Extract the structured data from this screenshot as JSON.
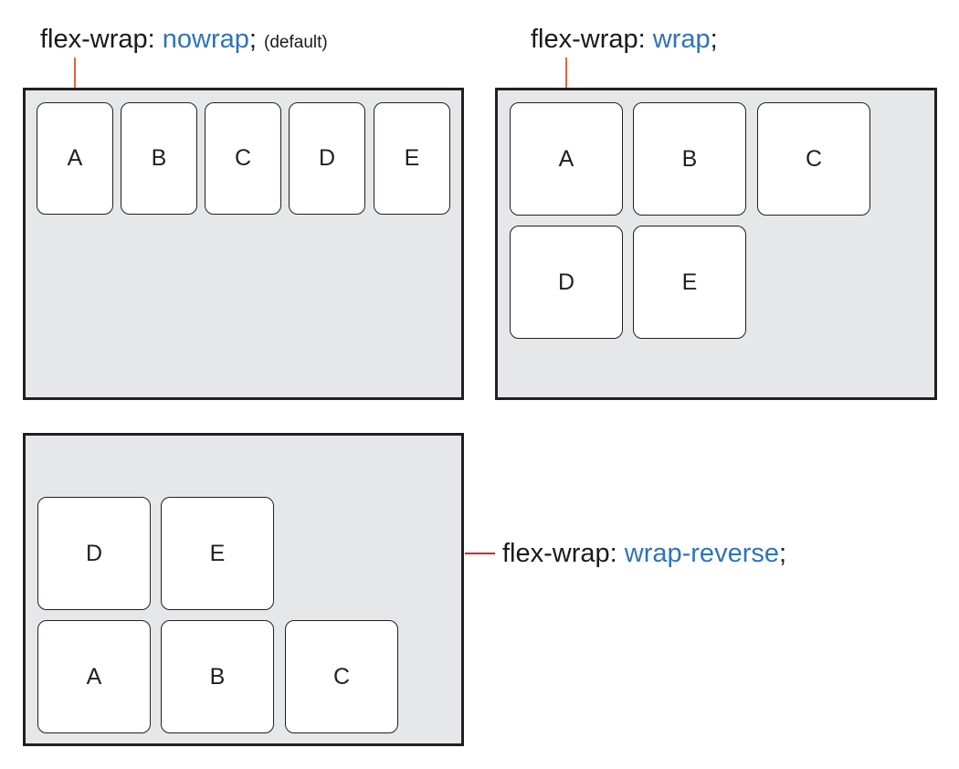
{
  "panels": {
    "nowrap": {
      "prop": "flex-wrap:",
      "value": "nowrap",
      "semi": ";",
      "note": "(default)",
      "items": [
        "A",
        "B",
        "C",
        "D",
        "E"
      ]
    },
    "wrap": {
      "prop": "flex-wrap:",
      "value": "wrap",
      "semi": ";",
      "items": [
        "A",
        "B",
        "C",
        "D",
        "E"
      ]
    },
    "wrap_reverse": {
      "prop": "flex-wrap:",
      "value": "wrap-reverse",
      "semi": ";",
      "items": [
        "D",
        "E",
        "A",
        "B",
        "C"
      ]
    }
  },
  "colors": {
    "value_text": "#2f74b5",
    "container_fill": "#e6e7e8",
    "border": "#231f20",
    "leader_line": "#e8633a"
  }
}
